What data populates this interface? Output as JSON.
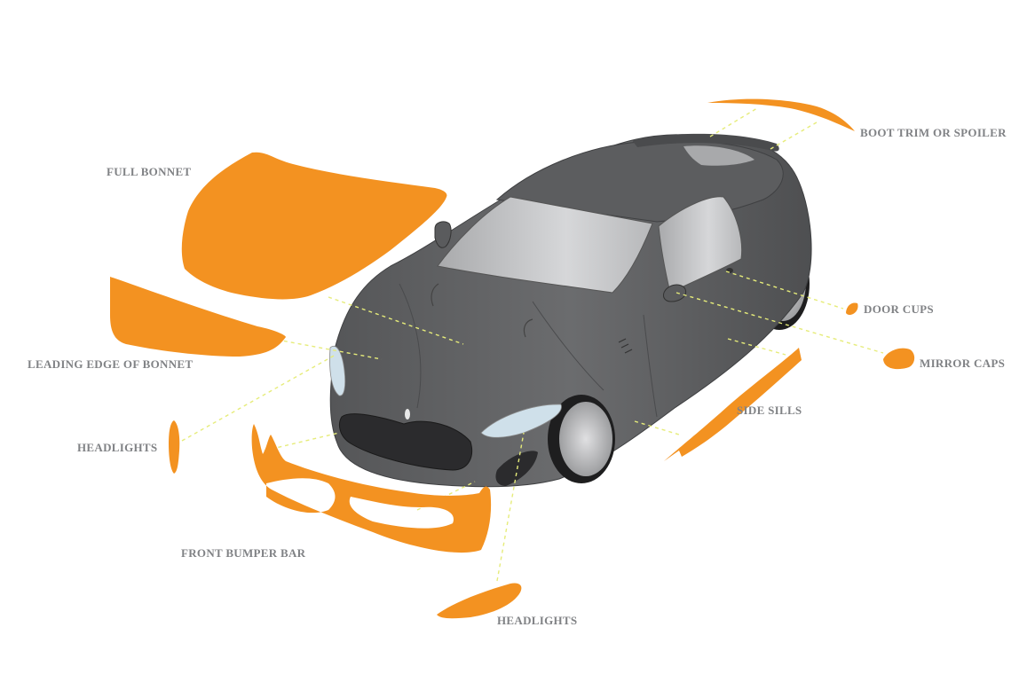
{
  "diagram": {
    "type": "exploded-view",
    "subject": "sports car paint protection film parts",
    "colors": {
      "background": "#ffffff",
      "part_fill": "#f39221",
      "car_body": "#636466",
      "car_body_dark": "#4a4b4d",
      "glass": "#c9cacc",
      "headlight_glass": "#cfe0ea",
      "grille": "#2b2b2d",
      "leader_line": "#e6ec7a",
      "label_text": "#808285"
    },
    "labels": {
      "full_bonnet": "FULL BONNET",
      "leading_edge_of_bonnet": "LEADING EDGE OF BONNET",
      "headlights_left": "HEADLIGHTS",
      "front_bumper_bar": "FRONT BUMPER BAR",
      "headlights_bottom": "HEADLIGHTS",
      "side_sills": "SIDE SILLS",
      "mirror_caps": "MIRROR CAPS",
      "door_cups": "DOOR CUPS",
      "boot_trim_or_spoiler": "BOOT TRIM OR SPOILER"
    }
  }
}
